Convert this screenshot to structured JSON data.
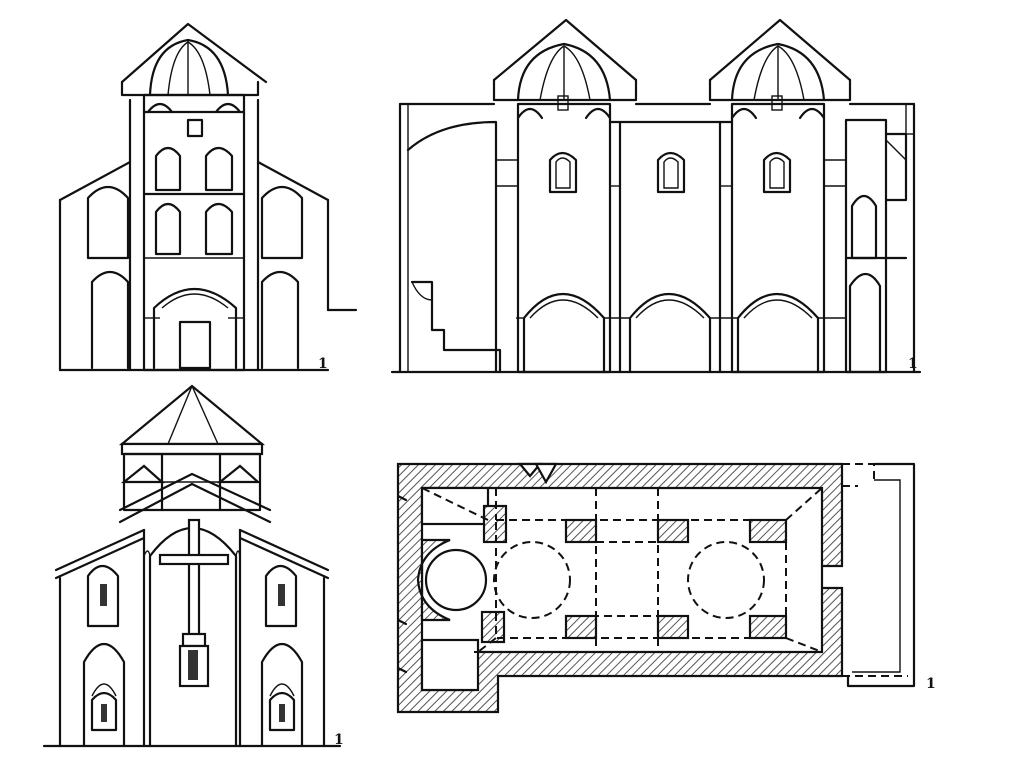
{
  "figures": [
    {
      "id": "longitudinal-section-left",
      "number": "1"
    },
    {
      "id": "longitudinal-section-right",
      "number": "1"
    },
    {
      "id": "west-facade",
      "number": "1"
    },
    {
      "id": "ground-plan",
      "number": "1"
    }
  ],
  "colors": {
    "ink": "#111111",
    "paper": "#ffffff",
    "hatch": "#555555"
  }
}
